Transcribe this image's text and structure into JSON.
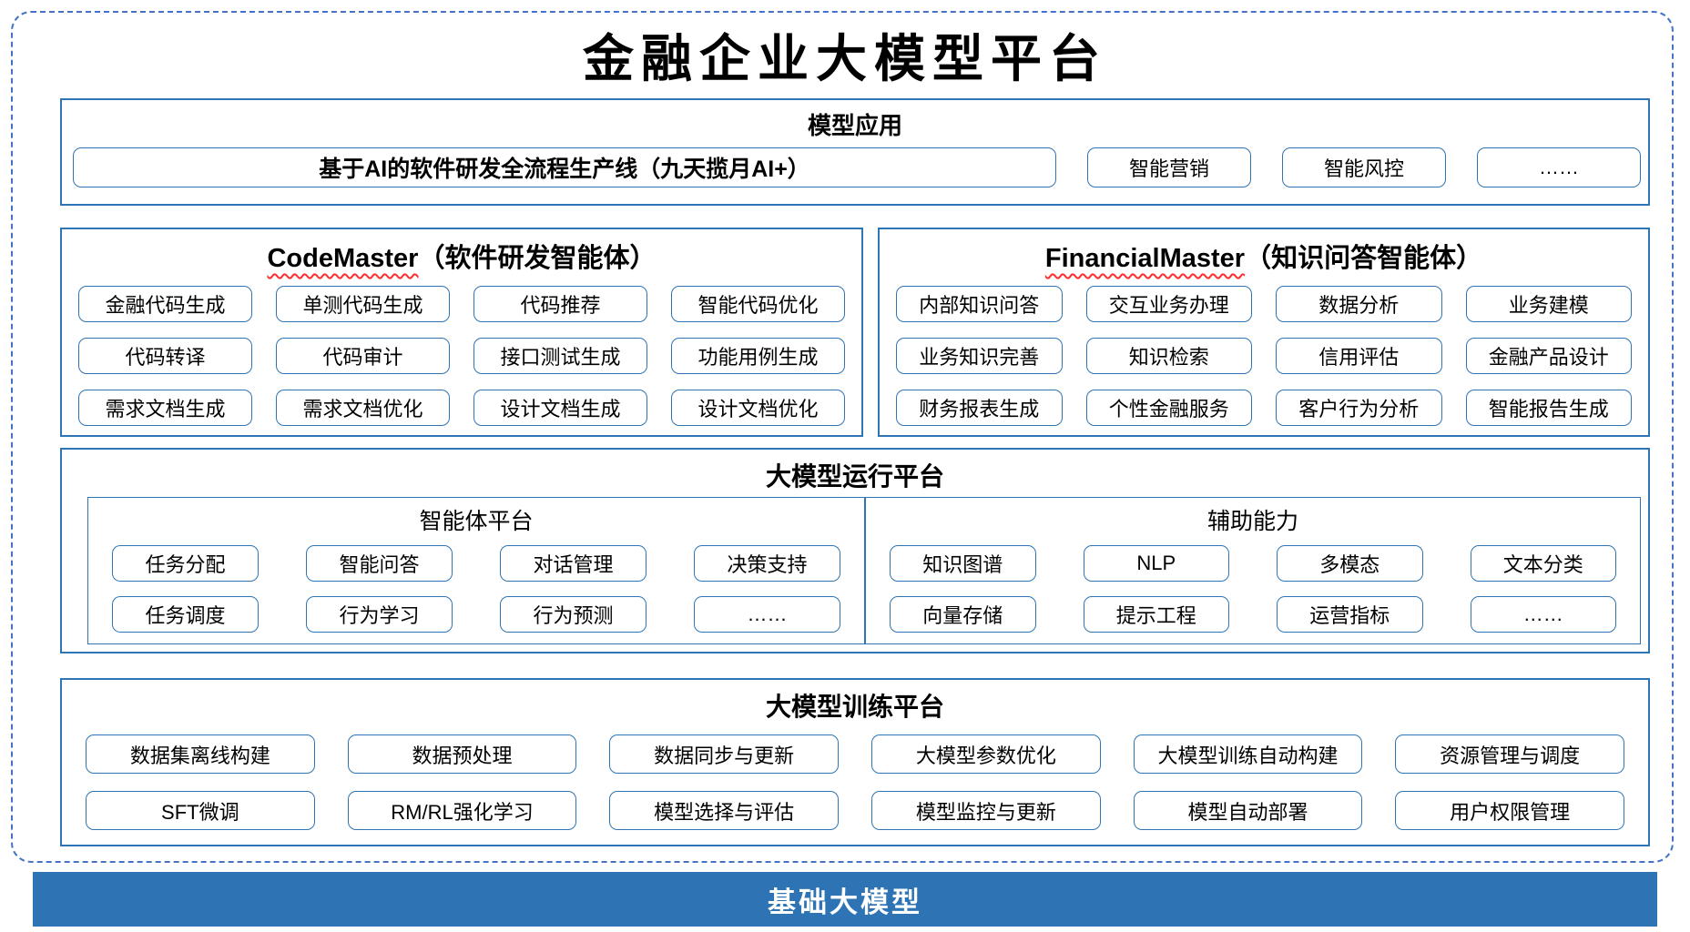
{
  "title": "金融企业大模型平台",
  "colors": {
    "section_border": "#2E75B6",
    "outer_dashed_border": "#4472C4",
    "foundation_bar_bg": "#2E74B5",
    "wavy_underline": "#FF2D2D"
  },
  "model_app": {
    "header": "模型应用",
    "main_pill": "基于AI的软件研发全流程生产线（九天揽月AI+）",
    "pills": [
      "智能营销",
      "智能风控",
      "……"
    ]
  },
  "code_master": {
    "title_en": "CodeMaster",
    "title_cn": "（软件研发智能体）",
    "items": [
      "金融代码生成",
      "单测代码生成",
      "代码推荐",
      "智能代码优化",
      "代码转译",
      "代码审计",
      "接口测试生成",
      "功能用例生成",
      "需求文档生成",
      "需求文档优化",
      "设计文档生成",
      "设计文档优化"
    ]
  },
  "financial_master": {
    "title_en": "FinancialMaster",
    "title_cn": "（知识问答智能体）",
    "items": [
      "内部知识问答",
      "交互业务办理",
      "数据分析",
      "业务建模",
      "业务知识完善",
      "知识检索",
      "信用评估",
      "金融产品设计",
      "财务报表生成",
      "个性金融服务",
      "客户行为分析",
      "智能报告生成"
    ]
  },
  "runtime_platform": {
    "header": "大模型运行平台",
    "agent_platform": {
      "header": "智能体平台",
      "items": [
        "任务分配",
        "智能问答",
        "对话管理",
        "决策支持",
        "任务调度",
        "行为学习",
        "行为预测",
        "……"
      ]
    },
    "auxiliary": {
      "header": "辅助能力",
      "items": [
        "知识图谱",
        "NLP",
        "多模态",
        "文本分类",
        "向量存储",
        "提示工程",
        "运营指标",
        "……"
      ]
    }
  },
  "training_platform": {
    "header": "大模型训练平台",
    "items": [
      "数据集离线构建",
      "数据预处理",
      "数据同步与更新",
      "大模型参数优化",
      "大模型训练自动构建",
      "资源管理与调度",
      "SFT微调",
      "RM/RL强化学习",
      "模型选择与评估",
      "模型监控与更新",
      "模型自动部署",
      "用户权限管理"
    ]
  },
  "foundation": {
    "label": "基础大模型"
  }
}
